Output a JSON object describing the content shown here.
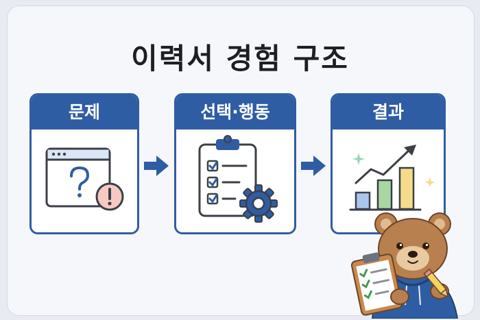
{
  "title": "이력서 경험 구조",
  "steps": [
    {
      "label": "문제",
      "icon": "browser-question-warning-icon"
    },
    {
      "label": "선택·행동",
      "icon": "clipboard-checklist-gear-icon"
    },
    {
      "label": "결과",
      "icon": "rising-bar-chart-icon"
    }
  ],
  "colors": {
    "accent": "#2f5da3",
    "background": "#f5f7fb",
    "warning": "#f6c9c2",
    "bar_blue": "#a9c7ec",
    "bar_green": "#a9d7a3",
    "bar_yellow": "#f4dc8a",
    "bear": "#b8804f",
    "hoodie": "#2f5da3"
  },
  "decoration": "bear-holding-checklist-illustration"
}
